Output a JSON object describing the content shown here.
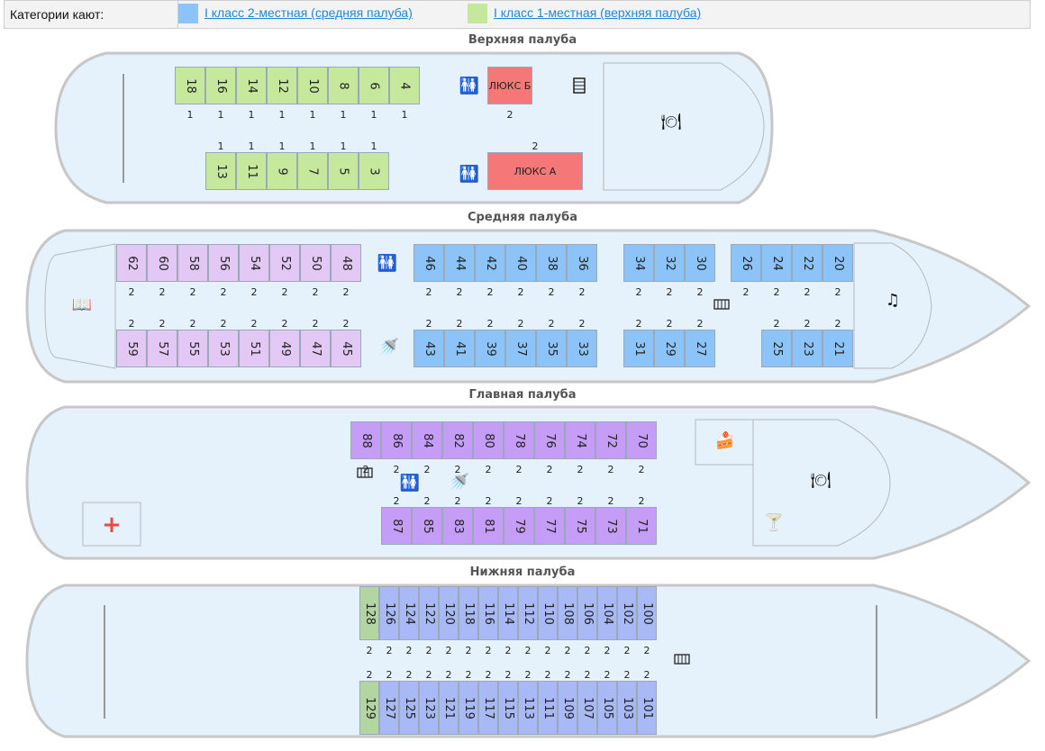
{
  "legend": {
    "label": "Категории кают:",
    "items": [
      {
        "label": "I класс 2-местная (средняя палуба)",
        "color": "#8cc4fa"
      },
      {
        "label": "I класс 1-местная (верхняя палуба)",
        "color": "#c5e89c"
      }
    ]
  },
  "colors": {
    "hull_fill": "#e5f2fc",
    "hull_stroke": "#c7c7c7",
    "single_1": "#c5e89c",
    "lux": "#f57777",
    "mid_lilac": "#e3c7f4",
    "mid_blue": "#8cc4fa",
    "main_purple": "#c59cf6",
    "lower_blue": "#a9b9f6",
    "lower_green": "#b2d5a2"
  },
  "decks": [
    {
      "key": "upper",
      "title": "Верхняя палуба",
      "rows": [
        {
          "numbers": [
            "18",
            "16",
            "14",
            "12",
            "10",
            "8",
            "6",
            "4"
          ],
          "count": "1",
          "color": "#c5e89c"
        },
        {
          "numbers": [
            "13",
            "11",
            "9",
            "7",
            "5",
            "3"
          ],
          "count": "1",
          "color": "#c5e89c"
        },
        {
          "numbers": [
            "ЛЮКС Б"
          ],
          "count": "2",
          "color": "#f57777"
        },
        {
          "numbers": [
            "ЛЮКС А"
          ],
          "count": "2",
          "color": "#f57777"
        }
      ],
      "icons": [
        "toilet-icon",
        "toilet-icon",
        "stairs-icon",
        "restaurant-icon"
      ]
    },
    {
      "key": "middle",
      "title": "Средняя палуба",
      "rows": [
        {
          "numbers": [
            "62",
            "60",
            "58",
            "56",
            "54",
            "52",
            "50",
            "48"
          ],
          "count": "2",
          "color": "#e3c7f4"
        },
        {
          "numbers": [
            "59",
            "57",
            "55",
            "53",
            "51",
            "49",
            "47",
            "45"
          ],
          "count": "2",
          "color": "#e3c7f4"
        },
        {
          "numbers": [
            "46",
            "44",
            "42",
            "40",
            "38",
            "36"
          ],
          "count": "2",
          "color": "#8cc4fa"
        },
        {
          "numbers": [
            "43",
            "41",
            "39",
            "37",
            "35",
            "33"
          ],
          "count": "2",
          "color": "#8cc4fa"
        },
        {
          "numbers": [
            "34",
            "32",
            "30"
          ],
          "count": "2",
          "color": "#8cc4fa"
        },
        {
          "numbers": [
            "31",
            "29",
            "27"
          ],
          "count": "2",
          "color": "#8cc4fa"
        },
        {
          "numbers": [
            "26",
            "24",
            "22",
            "20"
          ],
          "count": "2",
          "color": "#8cc4fa"
        },
        {
          "numbers": [
            "25",
            "23",
            "21"
          ],
          "count": "2",
          "color": "#8cc4fa"
        }
      ],
      "icons": [
        "library-icon",
        "toilet-icon",
        "shower-icon",
        "stairs-icon",
        "music-icon"
      ]
    },
    {
      "key": "main",
      "title": "Главная палуба",
      "rows": [
        {
          "numbers": [
            "88",
            "86",
            "84",
            "82",
            "80",
            "78",
            "76",
            "74",
            "72",
            "70"
          ],
          "count": "2",
          "color": "#c59cf6"
        },
        {
          "numbers": [
            "87",
            "85",
            "83",
            "81",
            "79",
            "77",
            "75",
            "73",
            "71"
          ],
          "count": "2",
          "color": "#c59cf6"
        }
      ],
      "icons": [
        "first-aid-icon",
        "stairs-icon",
        "toilet-icon",
        "shower-icon",
        "cafe-icon",
        "restaurant-icon",
        "bar-icon"
      ]
    },
    {
      "key": "lower",
      "title": "Нижняя палуба",
      "rows": [
        {
          "numbers": [
            "128"
          ],
          "count": "2",
          "color": "#b2d5a2"
        },
        {
          "numbers": [
            "126",
            "124",
            "122",
            "120",
            "118",
            "116",
            "114",
            "112",
            "110",
            "108",
            "106",
            "104",
            "102",
            "100"
          ],
          "count": "2",
          "color": "#a9b9f6"
        },
        {
          "numbers": [
            "129"
          ],
          "count": "2",
          "color": "#b2d5a2"
        },
        {
          "numbers": [
            "127",
            "125",
            "123",
            "121",
            "119",
            "117",
            "115",
            "113",
            "111",
            "109",
            "107",
            "105",
            "103",
            "101"
          ],
          "count": "2",
          "color": "#a9b9f6"
        }
      ],
      "icons": [
        "stairs-icon"
      ]
    }
  ]
}
